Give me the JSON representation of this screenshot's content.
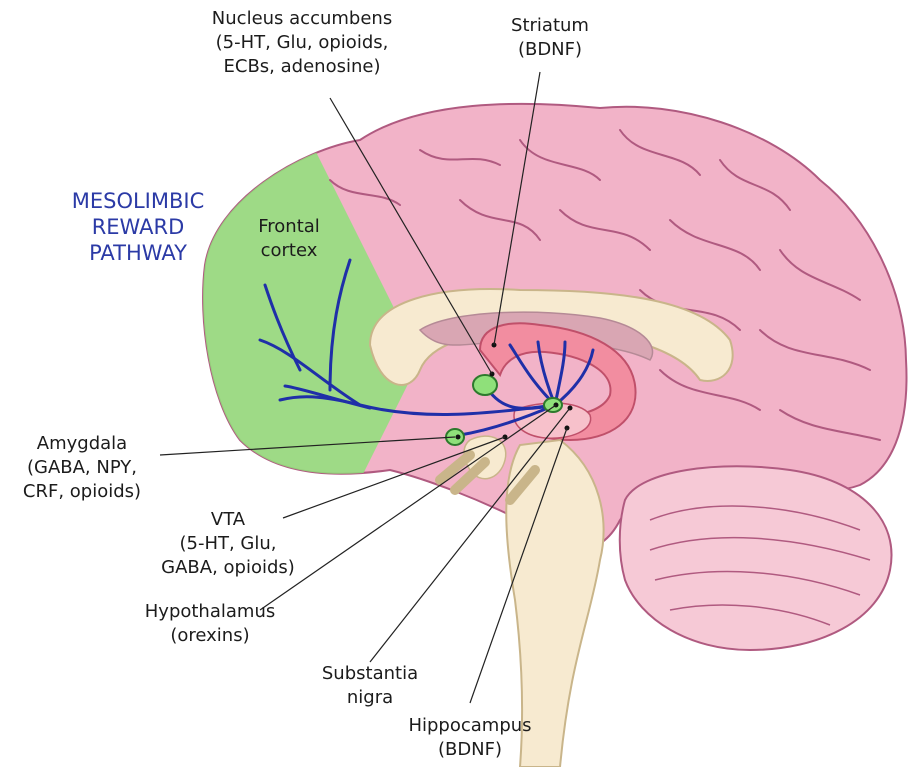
{
  "pathway_title": "MESOLIMBIC\nREWARD\nPATHWAY",
  "region_label": "Frontal\ncortex",
  "labels": {
    "nucleus_accumbens": "Nucleus accumbens\n(5-HT, Glu, opioids,\nECBs, adenosine)",
    "striatum": "Striatum\n(BDNF)",
    "amygdala": "Amygdala\n(GABA, NPY,\nCRF, opioids)",
    "vta": "VTA\n(5-HT, Glu,\nGABA, opioids)",
    "hypothalamus": "Hypothalamus\n(orexins)",
    "substantia_nigra": "Substantia\nnigra",
    "hippocampus": "Hippocampus\n(BDNF)"
  },
  "colors": {
    "pathway": "#1f2fa8",
    "cortex": "#f2b3c8",
    "frontal": "#8fe07a",
    "limbic": "#f28da0",
    "callosum": "#f7ead0",
    "cerebellum": "#f6c9d6"
  }
}
